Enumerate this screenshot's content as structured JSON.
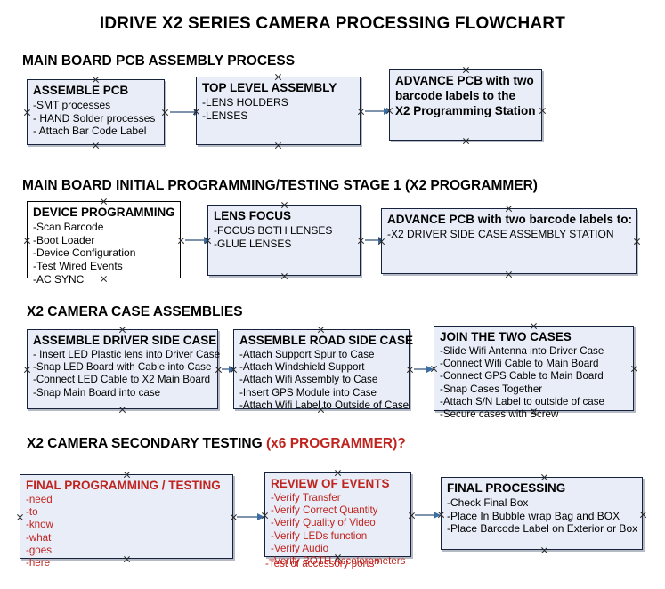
{
  "title": "IDRIVE X2  SERIES CAMERA PROCESSING FLOWCHART",
  "sections": [
    {
      "id": "main-board-pcb-assembly",
      "header": "MAIN BOARD PCB ASSEMBLY PROCESS",
      "accent": ""
    },
    {
      "id": "main-board-initial-programming",
      "header": "MAIN BOARD INITIAL PROGRAMMING/TESTING STAGE 1 (X2 PROGRAMMER)",
      "accent": ""
    },
    {
      "id": "x2-camera-case-assemblies",
      "header": "X2 CAMERA CASE ASSEMBLIES",
      "accent": ""
    },
    {
      "id": "x2-camera-secondary-testing",
      "header": "X2 CAMERA SECONDARY TESTING ",
      "accent": "(x6 PROGRAMMER)?"
    }
  ],
  "nodes": {
    "assemble_pcb": {
      "title": "ASSEMBLE PCB",
      "lines": [
        "-SMT processes",
        "- HAND Solder processes",
        "- Attach Bar Code Label"
      ]
    },
    "top_level_assembly": {
      "title": "TOP LEVEL ASSEMBLY",
      "lines": [
        "-LENS HOLDERS",
        "-LENSES"
      ]
    },
    "advance_pcb_station": {
      "title_lines": [
        "ADVANCE PCB with two",
        "barcode labels to the",
        " X2 Programming Station"
      ]
    },
    "device_programming": {
      "title": "DEVICE PROGRAMMING",
      "lines": [
        "-Scan Barcode",
        "-Boot Loader",
        "-Device Configuration",
        "-Test Wired Events",
        "-AC SYNC"
      ]
    },
    "lens_focus": {
      "title": "LENS FOCUS",
      "lines": [
        "-FOCUS BOTH LENSES",
        "-GLUE LENSES"
      ]
    },
    "advance_pcb_driver": {
      "title": "ADVANCE PCB with two barcode labels to:",
      "lines": [
        "-X2 DRIVER  SIDE  CASE  ASSEMBLY STATION"
      ]
    },
    "assemble_driver_side_case": {
      "title": "ASSEMBLE DRIVER SIDE CASE",
      "lines": [
        "- Insert LED Plastic lens into Driver Case",
        "-Snap LED Board with Cable into Case",
        "-Connect LED Cable to X2 Main Board",
        "-Snap Main Board into case"
      ]
    },
    "assemble_road_side_case": {
      "title": "ASSEMBLE ROAD SIDE CASE",
      "lines": [
        "-Attach Support Spur to Case",
        "-Attach Windshield Support",
        "-Attach Wifi Assembly to Case",
        "-Insert GPS Module into Case",
        "-Attach Wifi Label to Outside of Case"
      ]
    },
    "join_the_two_cases": {
      "title": "JOIN THE TWO CASES",
      "lines": [
        "-Slide Wifi Antenna into Driver Case",
        "-Connect Wifi Cable to Main Board",
        "-Connect GPS Cable to Main Board",
        "-Snap Cases Together",
        "-Attach S/N Label to outside of case",
        "-Secure cases with Screw"
      ]
    },
    "final_programming_testing": {
      "title": "FINAL PROGRAMMING / TESTING",
      "lines": [
        "-need",
        "-to",
        "-know",
        "-what",
        "-goes",
        "-here"
      ]
    },
    "review_of_events": {
      "title": "REVIEW OF EVENTS",
      "lines": [
        "-Verify Transfer",
        "-Verify Correct Quantity",
        "-Verify Quality of Video",
        "-Verify LEDs function",
        "-Verify Audio",
        "-Verify BOTH Accelerometers"
      ],
      "overflow_line": "-Test of accessory ports?"
    },
    "final_processing": {
      "title": "FINAL PROCESSING",
      "lines": [
        "-Check Final Box",
        "-Place In Bubble wrap Bag and BOX",
        "-Place Barcode Label on Exterior or Box"
      ]
    }
  },
  "colors": {
    "node_fill": "#e8edf7",
    "node_border": "#17233c",
    "accent_red": "#c0241f",
    "connector": "#7f93ad",
    "arrowhead": "#3a6ea5"
  }
}
